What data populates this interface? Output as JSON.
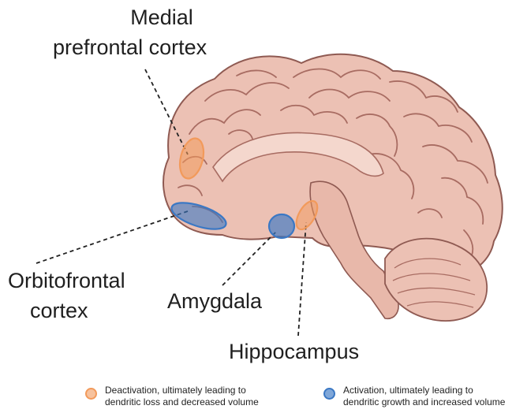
{
  "labels": {
    "mpfc_line1": "Medial",
    "mpfc_line2": "prefrontal cortex",
    "ofc_line1": "Orbitofrontal",
    "ofc_line2": "cortex",
    "amygdala": "Amygdala",
    "hippocampus": "Hippocampus"
  },
  "legend": {
    "deactivation": {
      "line1": "Deactivation, ultimately leading to",
      "line2": "dendritic loss and decreased volume",
      "color": "#f29a5b"
    },
    "activation": {
      "line1": "Activation, ultimately leading to",
      "line2": "dendritic growth and increased volume",
      "color": "#3b78c4"
    }
  },
  "colors": {
    "brain_fill": "#ecc1b4",
    "brain_outline": "#8f5a52",
    "orange_region": "#f29a5b",
    "blue_region": "#3b78c4"
  },
  "regions": [
    {
      "name": "Medial prefrontal cortex",
      "effect": "deactivation"
    },
    {
      "name": "Orbitofrontal cortex",
      "effect": "activation"
    },
    {
      "name": "Amygdala",
      "effect": "activation"
    },
    {
      "name": "Hippocampus",
      "effect": "deactivation"
    }
  ]
}
